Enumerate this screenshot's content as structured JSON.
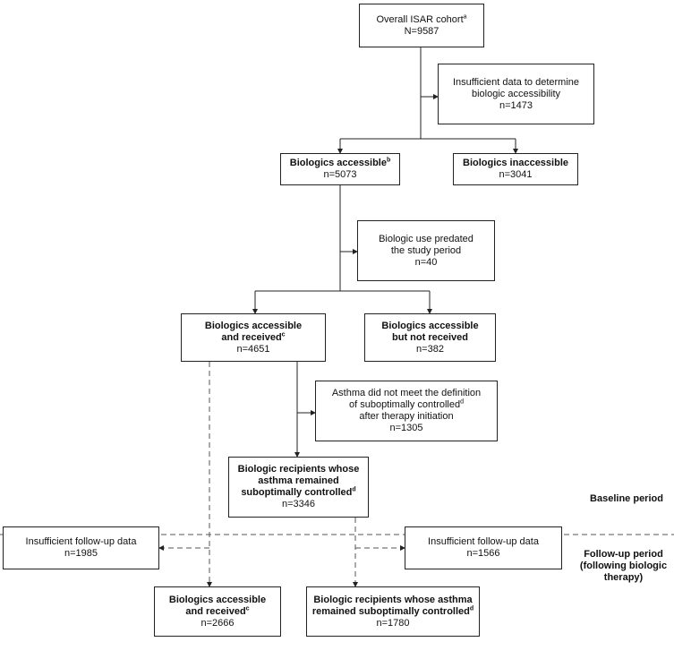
{
  "nodes": {
    "overall": {
      "line1": "Overall ISAR cohort",
      "sup1": "a",
      "line2": "N=9587"
    },
    "insufficient_access": {
      "line1": "Insufficient data to determine",
      "line2": "biologic accessibility",
      "line3": "n=1473"
    },
    "accessible": {
      "line1": "Biologics accessible",
      "sup1": "b",
      "line2": "n=5073"
    },
    "inaccessible": {
      "line1": "Biologics inaccessible",
      "line2": "n=3041"
    },
    "predated": {
      "line1": "Biologic use predated",
      "line2": "the study period",
      "line3": "n=40"
    },
    "accessible_received": {
      "line1": "Biologics accessible",
      "line2": "and received",
      "sup2": "c",
      "line3": "n=4651"
    },
    "accessible_not_received": {
      "line1": "Biologics accessible",
      "line2": "but not received",
      "line3": "n=382"
    },
    "not_suboptimal": {
      "line1": "Asthma did not meet the definition",
      "line2": "of suboptimally controlled",
      "sup2": "d",
      "line3": "after therapy initiation",
      "line4": "n=1305"
    },
    "recipients_suboptimal": {
      "line1": "Biologic recipients whose",
      "line2": "asthma remained",
      "line3": "suboptimally controlled",
      "sup3": "d",
      "line4": "n=3346"
    },
    "followup_insufficient_left": {
      "line1": "Insufficient follow-up data",
      "line2": "n=1985"
    },
    "followup_insufficient_right": {
      "line1": "Insufficient follow-up data",
      "line2": "n=1566"
    },
    "final_accessible_received": {
      "line1": "Biologics accessible",
      "line2": "and received",
      "sup2": "c",
      "line3": "n=2666"
    },
    "final_recipients_suboptimal": {
      "line1": "Biologic recipients whose asthma",
      "line2": "remained suboptimally controlled",
      "sup2": "d",
      "line3": "n=1780"
    }
  },
  "periods": {
    "baseline": {
      "line1": "Baseline",
      "line2": "period"
    },
    "followup": {
      "line1": "Follow-up",
      "line2": "period",
      "line3": "(following",
      "line4": "biologic therapy)"
    }
  },
  "colors": {
    "line": "#222222",
    "dashed": "#555555"
  }
}
